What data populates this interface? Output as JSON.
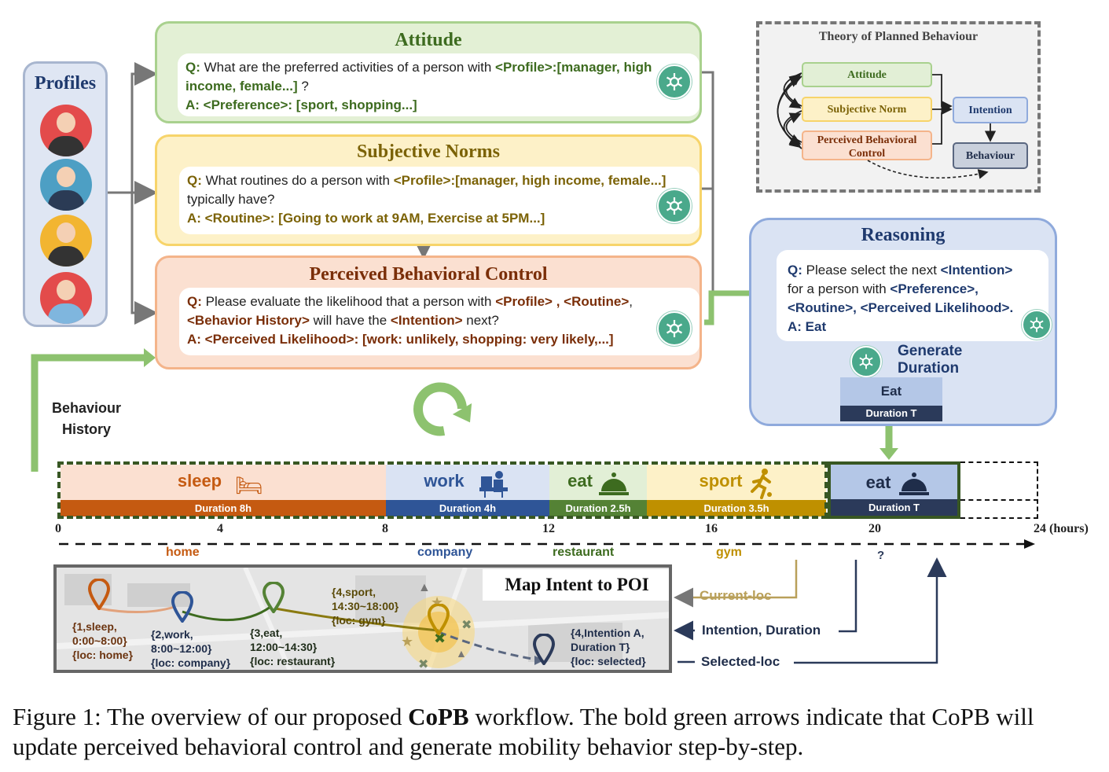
{
  "profiles": {
    "title": "Profiles"
  },
  "attitude": {
    "title": "Attitude",
    "q_prefix": "Q:",
    "q_text": "What are the preferred activities of  a person with ",
    "q_tag": "<Profile>:[manager, high income, female...]",
    "q_end": " ?",
    "a_text": "A: <Preference>: [sport, shopping...]"
  },
  "subjective_norms": {
    "title": "Subjective Norms",
    "q_prefix": "Q:",
    "q_text": "What routines do a person with ",
    "q_tag": "<Profile>:[manager, high income, female...]",
    "q_end": " typically have?",
    "a_text": "A:  <Routine>: [Going to work at 9AM, Exercise at 5PM...]"
  },
  "pbc": {
    "title": "Perceived Behavioral Control",
    "q_prefix": "Q:",
    "q_text1": "Please evaluate the likelihood that a person with ",
    "q_tag1": "<Profile>",
    "q_sep": " , ",
    "q_tag2": "<Routine>",
    "q_comma": ",",
    "q_tag3": "<Behavior History>",
    "q_text2": " will have the ",
    "q_tag4": "<Intention>",
    "q_end": " next?",
    "a_text": "A: <Perceived Likelihood>: [work: unlikely, shopping: very likely,...]"
  },
  "tpb": {
    "title": "Theory of Planned Behaviour",
    "attitude": "Attitude",
    "subjective_norm": "Subjective Norm",
    "pbc_line1": "Perceived Behavioral",
    "pbc_line2": "Control",
    "intention": "Intention",
    "behaviour": "Behaviour"
  },
  "reasoning": {
    "title": "Reasoning",
    "q_prefix": "Q:",
    "q_text1": " Please select the next ",
    "q_tag1": "<Intention>",
    "q_text2": "for a person with ",
    "q_tag2": "<Preference>,",
    "q_tag3": "<Routine>, <Perceived Likelihood>.",
    "a_text": "A: Eat",
    "generate_line1": "Generate",
    "generate_line2": "Duration",
    "eat_label": "Eat",
    "duration_label": "Duration T"
  },
  "behaviour_history": {
    "line1": "Behaviour",
    "line2": "History"
  },
  "timeline": {
    "segments": [
      {
        "label": "sleep",
        "duration": "Duration 8h"
      },
      {
        "label": "work",
        "duration": "Duration 4h"
      },
      {
        "label": "eat",
        "duration": "Duration 2.5h"
      },
      {
        "label": "sport",
        "duration": "Duration 3.5h"
      },
      {
        "label": "eat",
        "duration": "Duration T"
      }
    ],
    "ticks": [
      "0",
      "4",
      "8",
      "12",
      "16",
      "20",
      "24 (hours)"
    ],
    "places": [
      "home",
      "company",
      "restaurant",
      "gym",
      "?"
    ]
  },
  "map": {
    "title": "Map Intent to POI",
    "p1": [
      "{1,sleep,",
      "0:00~8:00}",
      "{loc: home}"
    ],
    "p2": [
      "{2,work,",
      "8:00~12:00}",
      "{loc: company}"
    ],
    "p3": [
      "{3,eat,",
      "12:00~14:30}",
      "{loc: restaurant}"
    ],
    "p4": [
      "{4,sport,",
      "14:30~18:00}",
      "{loc: gym}"
    ],
    "p5": [
      "{4,Intention A,",
      "Duration T}",
      "{loc: selected}"
    ]
  },
  "legend": {
    "current_loc": "Current-loc",
    "intention_duration": "Intention, Duration",
    "selected_loc": "Selected-loc"
  },
  "caption": {
    "prefix": "Figure 1: The overview of our proposed ",
    "bold": "CoPB",
    "suffix": " workflow. The bold green arrows indicate that CoPB will update perceived behavioral control and generate mobility behavior step-by-step."
  }
}
